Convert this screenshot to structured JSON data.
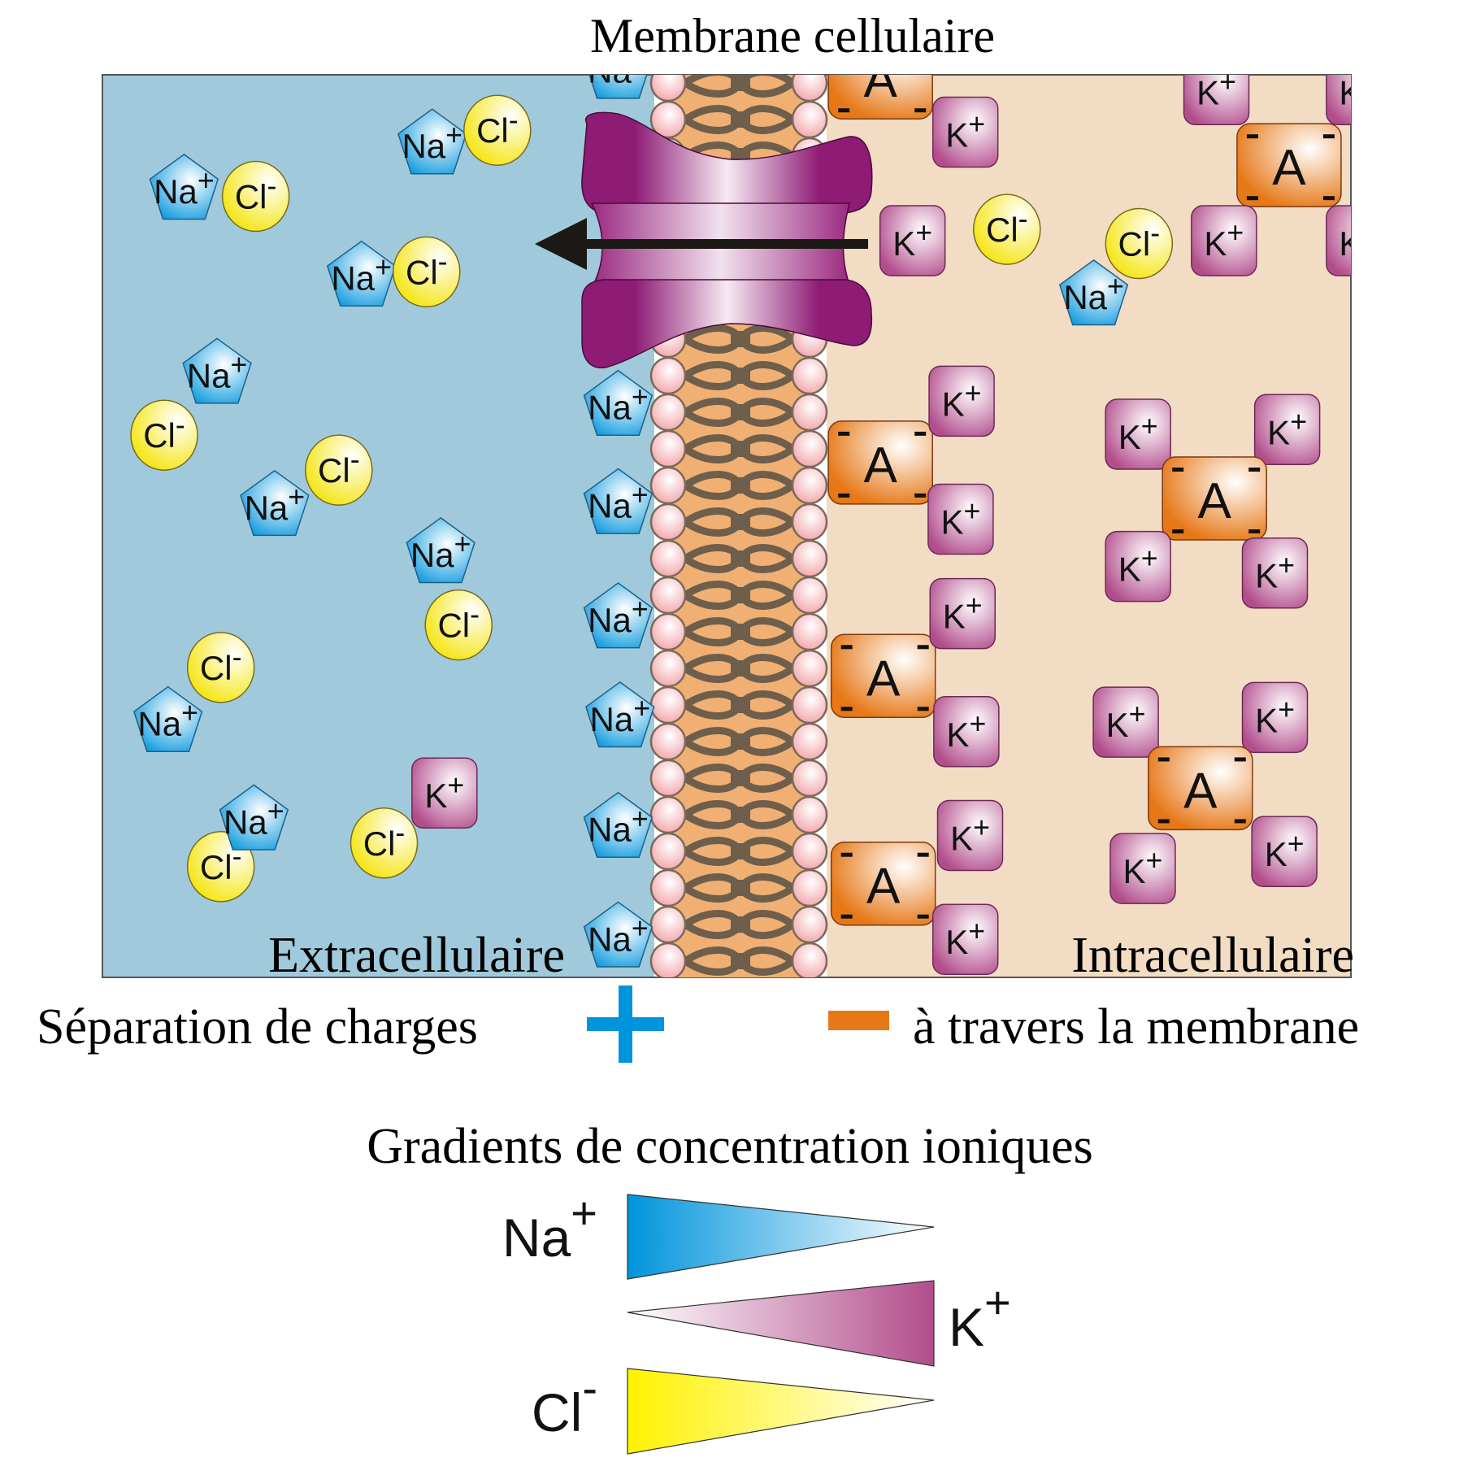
{
  "title": "Membrane cellulaire",
  "regions": {
    "extracellular": "Extracellulaire",
    "intracellular": "Intracellulaire"
  },
  "charge_separation": {
    "left_text": "Séparation de charges",
    "right_text": "à travers la membrane",
    "positive_symbol": "plus-sign",
    "negative_symbol": "minus-sign"
  },
  "gradients": {
    "title": "Gradients de concentration ioniques",
    "items": [
      {
        "ion": "Na",
        "charge": "+",
        "direction": "high-outside",
        "color": "#0094dc"
      },
      {
        "ion": "K",
        "charge": "+",
        "direction": "high-inside",
        "color": "#b24d8c"
      },
      {
        "ion": "Cl",
        "charge": "-",
        "direction": "high-outside",
        "color": "#fff200"
      }
    ]
  },
  "ions": {
    "Na": {
      "symbol": "Na",
      "charge": "+",
      "shape": "pentagon",
      "color": "#0094dc"
    },
    "Cl": {
      "symbol": "Cl",
      "charge": "-",
      "shape": "circle",
      "color": "#f5e61a"
    },
    "K": {
      "symbol": "K",
      "charge": "+",
      "shape": "rounded-square",
      "color": "#b24d8c"
    },
    "A": {
      "symbol": "A",
      "charge": "- - - -",
      "shape": "rounded-rect",
      "color": "#e67817"
    }
  },
  "channel": {
    "name": "ion-channel",
    "arrow_direction": "intracellular-to-extracellular"
  },
  "colors": {
    "extracellular_bg": "#a0cadc",
    "intracellular_bg": "#f3dcc4",
    "membrane_core": "#f0b073",
    "lipid_tail": "#6e5e4c",
    "lipid_head": "#f29da3",
    "channel": "#8e1b74",
    "positive": "#0094dc",
    "negative": "#e67817"
  }
}
